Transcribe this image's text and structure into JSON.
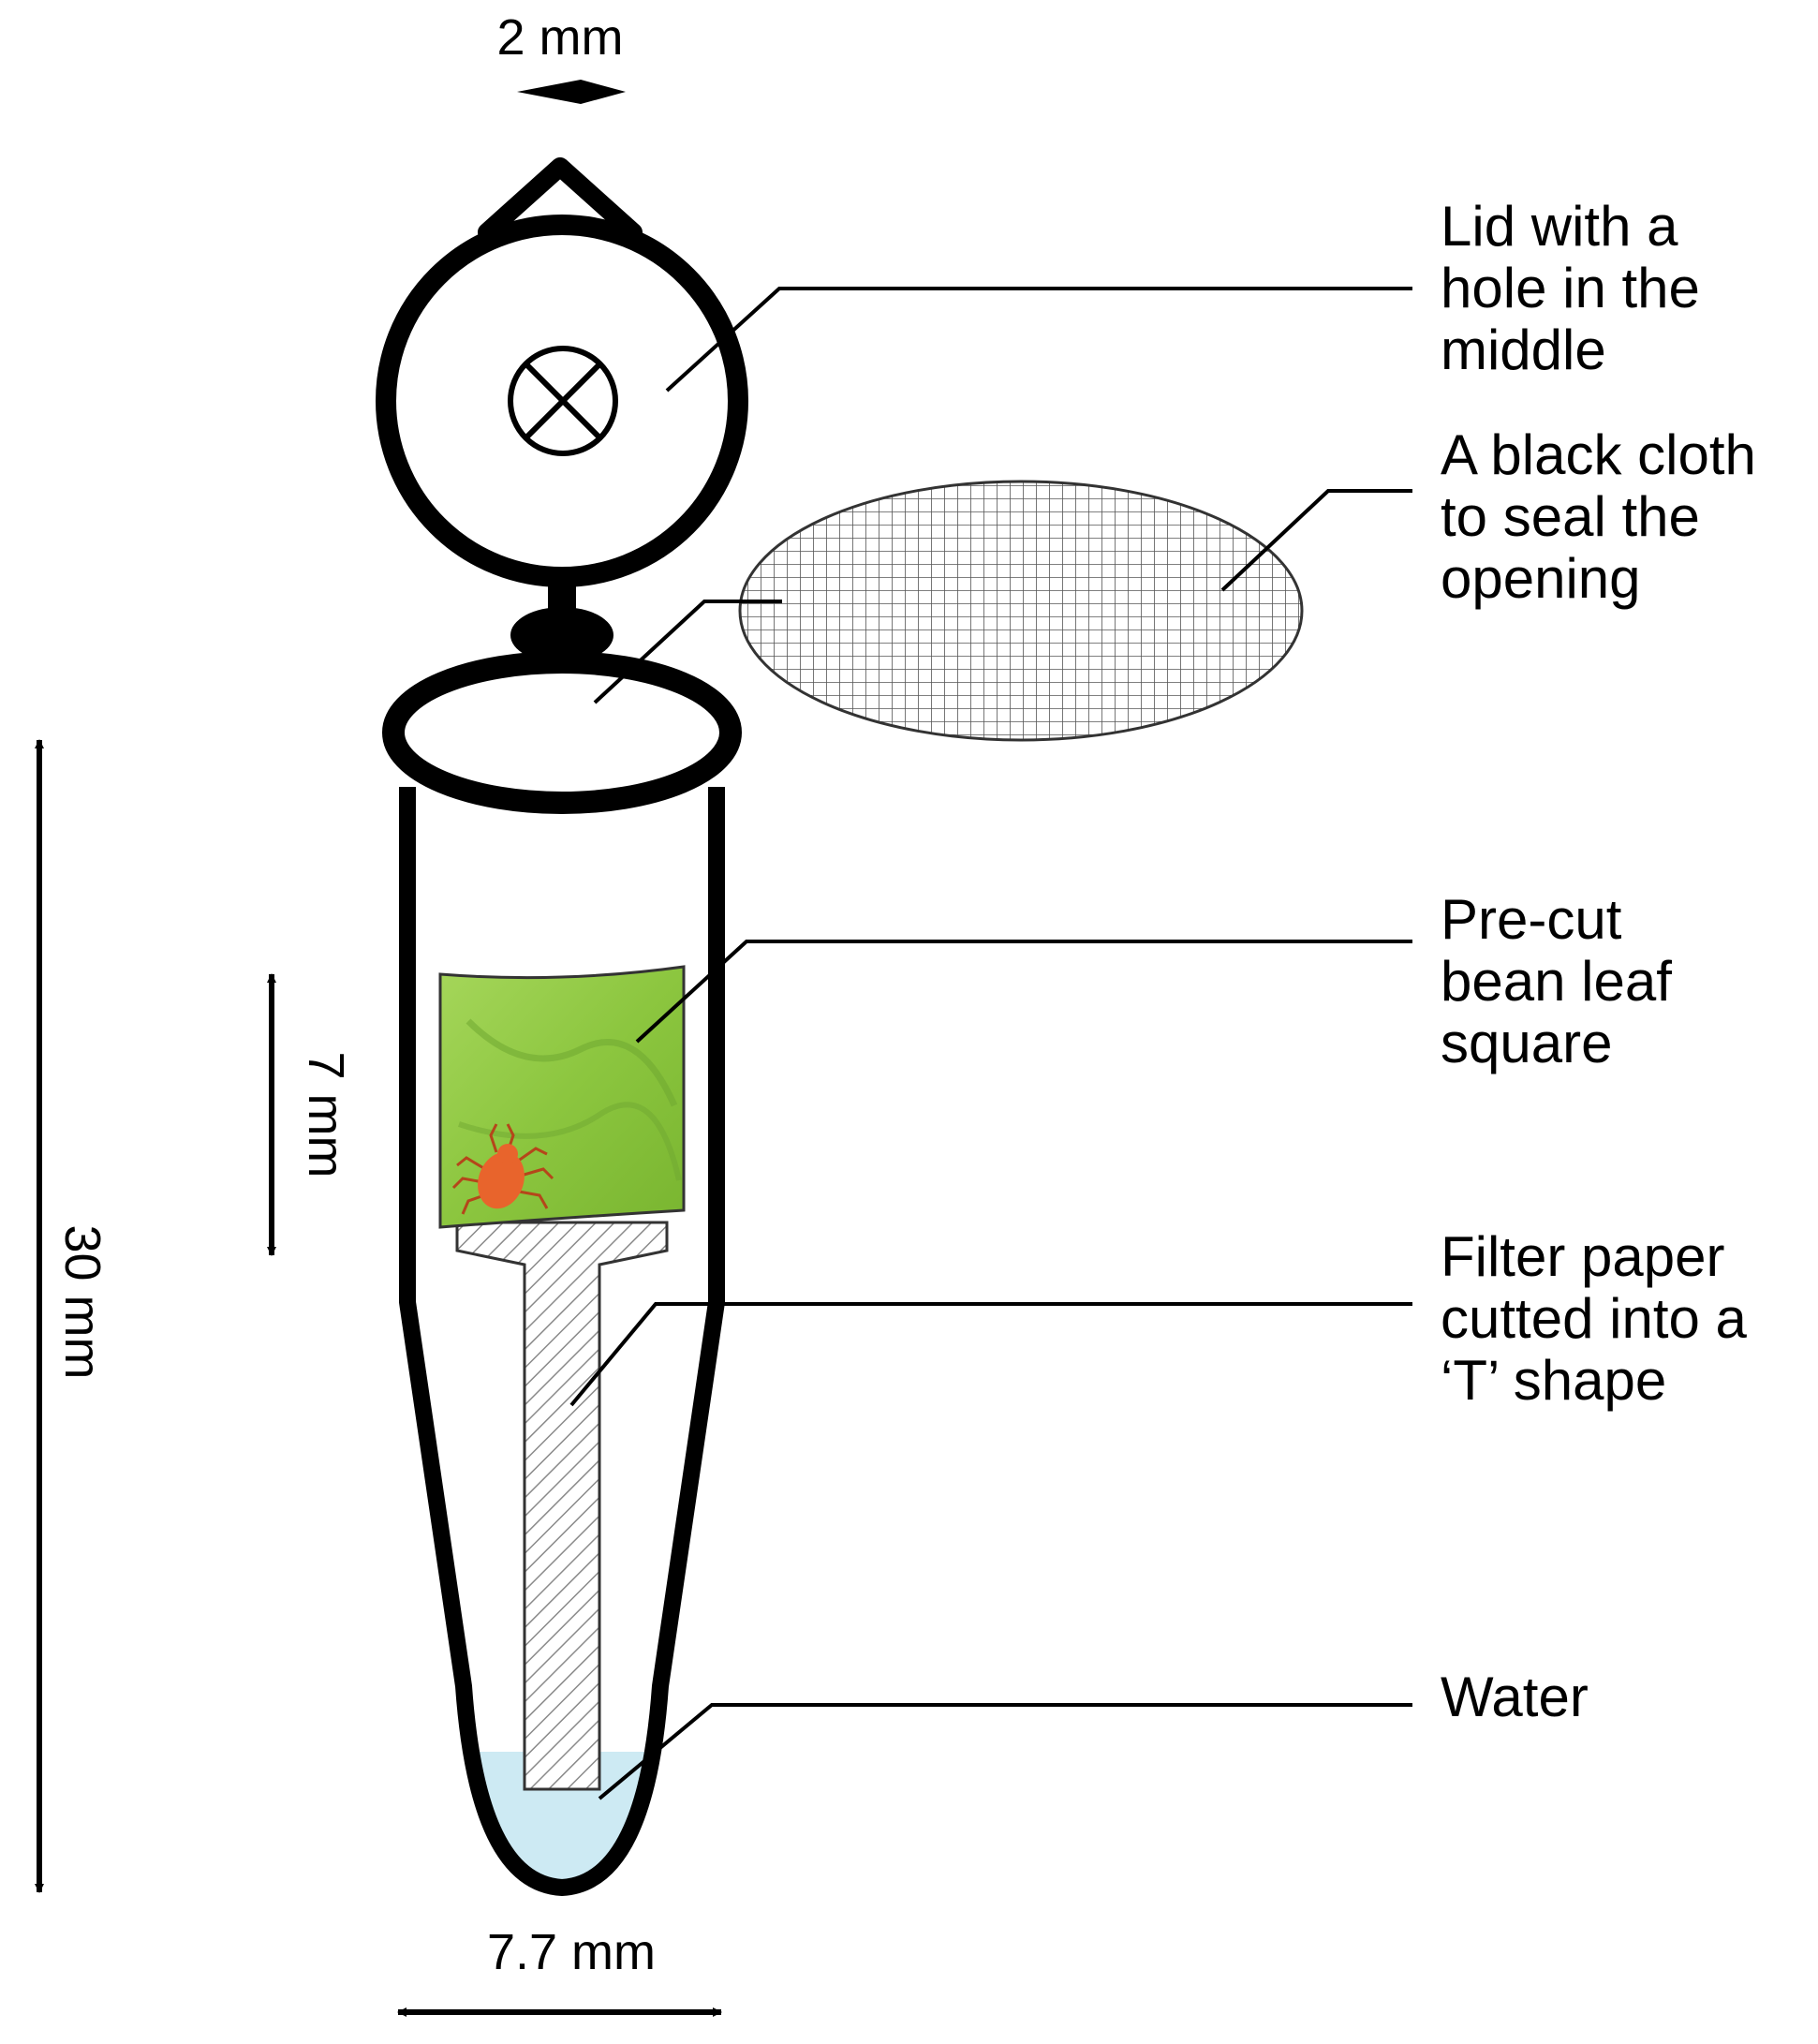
{
  "dimensions": {
    "lid_tab_width": "2 mm",
    "tube_length": "30 mm",
    "leaf_height": "7 mm",
    "tube_width": "7.7 mm"
  },
  "labels": {
    "lid": [
      "Lid with a",
      "hole in the",
      "middle"
    ],
    "cloth": [
      "A black cloth",
      "to seal the",
      "opening"
    ],
    "leaf": [
      "Pre-cut",
      "bean leaf",
      "square"
    ],
    "filter": [
      "Filter paper",
      "cutted into a",
      "‘T’ shape"
    ],
    "water": [
      "Water"
    ]
  },
  "colors": {
    "outline": "#000000",
    "leaf_green": "#8cc63f",
    "leaf_vein": "#6fa832",
    "mite": "#e8642c",
    "water": "#cdeaf3",
    "hatch": "#9a9a9a"
  }
}
